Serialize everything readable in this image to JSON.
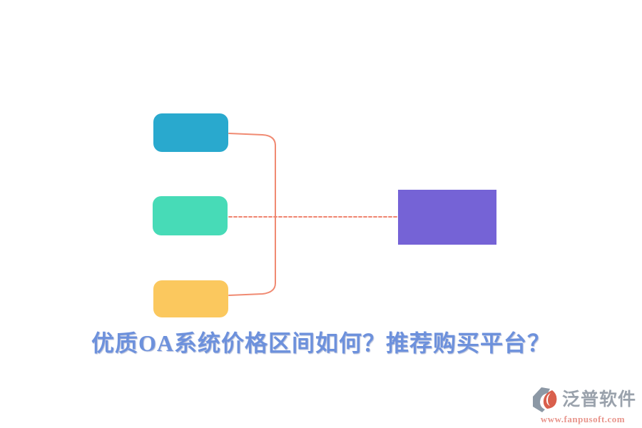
{
  "title": {
    "text": "优质OA系统价格区间如何？推荐购买平台？",
    "color": "#6d91dc"
  },
  "diagram": {
    "nodes": [
      {
        "id": "option-top",
        "color": "#29a9ce"
      },
      {
        "id": "option-middle",
        "color": "#47dbb7"
      },
      {
        "id": "option-bottom",
        "color": "#fbc85e"
      },
      {
        "id": "result-right",
        "color": "#7563d6"
      }
    ],
    "connector_color": "#f08a72",
    "dotted_connector_color": "#ef8570"
  },
  "footer": {
    "brand": "泛普软件",
    "brand_color": "#9aa2ac",
    "url": "www.fanpusoft.com",
    "url_color": "#e8958c",
    "icon_gray": "#8c98a5",
    "icon_red": "#d95f4c"
  }
}
